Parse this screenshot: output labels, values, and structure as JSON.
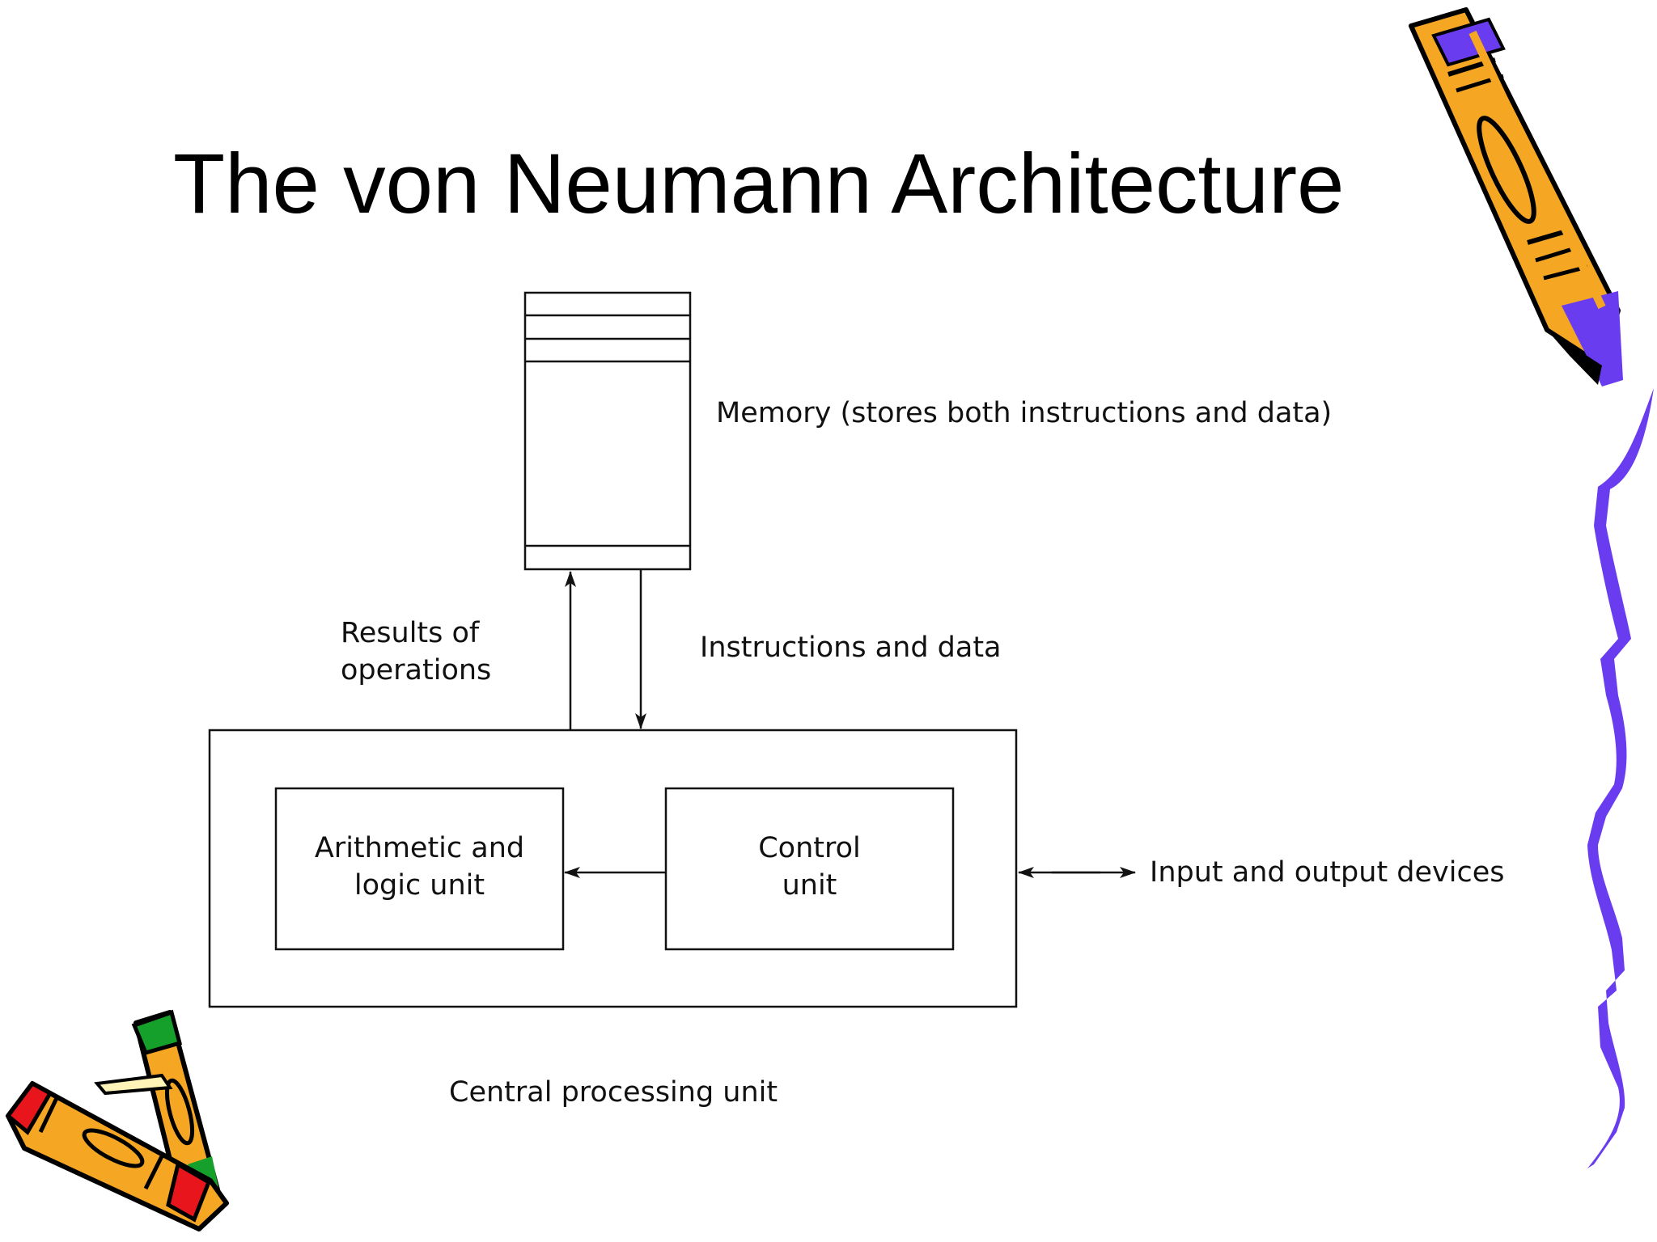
{
  "title": "The von Neumann Architecture",
  "diagram": {
    "memory": {
      "label": "Memory (stores both instructions and data)"
    },
    "results_of_operations": {
      "line1": "Results of",
      "line2": "operations"
    },
    "instructions_and_data": {
      "label": "Instructions and data"
    },
    "alu": {
      "line1": "Arithmetic and",
      "line2": "logic unit"
    },
    "control_unit": {
      "line1": "Control",
      "line2": "unit"
    },
    "io_devices": {
      "label": "Input and output devices"
    },
    "cpu": {
      "label": "Central processing unit"
    }
  },
  "decorations": {
    "pencil_icon": "pencil-icon",
    "crayons_icon": "crayons-icon",
    "squiggle_line": "purple-squiggle-line",
    "colors": {
      "pencil_body": "#f5a623",
      "pencil_tip": "#6a3cf0",
      "squiggle": "#6a3cf0",
      "crayon_red": "#e8161c",
      "crayon_green": "#14a02a",
      "crayon_cream": "#fff3b8",
      "outline": "#000000"
    }
  }
}
